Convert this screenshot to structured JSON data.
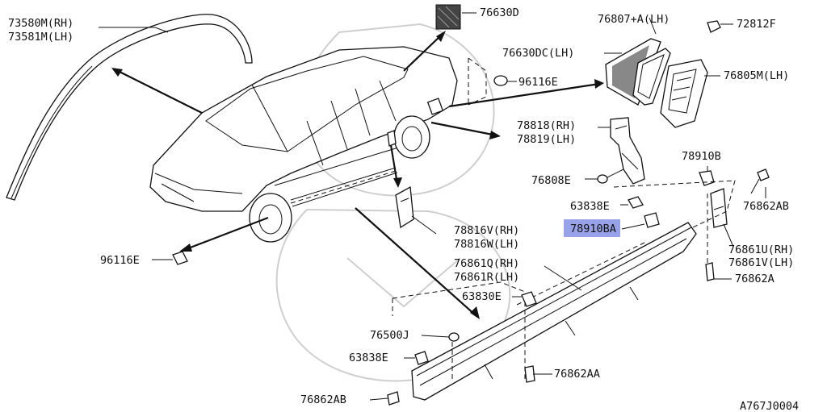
{
  "labels": {
    "l73580": "73580M(RH)",
    "l73581": "73581M(LH)",
    "l76630d": "76630D",
    "l76807": "76807+A(LH)",
    "l72812": "72812F",
    "l76630dc": "76630DC(LH)",
    "l96116e_top": "96116E",
    "l76805": "76805M(LH)",
    "l78818": "78818(RH)",
    "l78819": "78819(LH)",
    "l78910b": "78910B",
    "l76808e": "76808E",
    "l63838e_r": "63838E",
    "l76862ab_r": "76862AB",
    "l78910ba": "78910BA",
    "l78816v": "78816V(RH)",
    "l78816w": "78816W(LH)",
    "l76861u": "76861U(RH)",
    "l76861v": "76861V(LH)",
    "l96116e_left": "96116E",
    "l76861q": "76861Q(RH)",
    "l76861r": "76861R(LH)",
    "l76862a": "76862A",
    "l63830e": "63830E",
    "l76500j": "76500J",
    "l63838e_b": "63838E",
    "l76862aa": "76862AA",
    "l76862ab_b": "76862AB",
    "ref": "A767J0004"
  },
  "colors": {
    "highlight": "#98a2e8",
    "ink": "#111111"
  }
}
